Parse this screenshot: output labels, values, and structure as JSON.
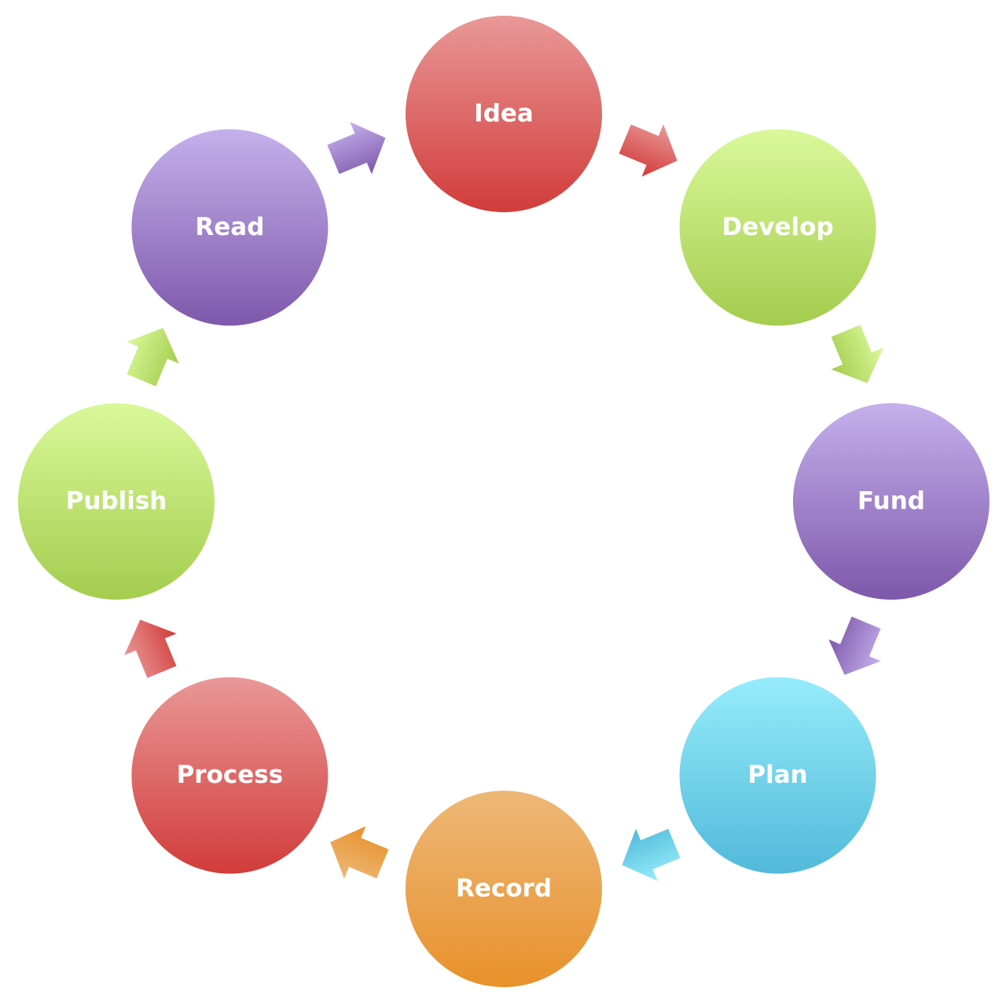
{
  "diagram": {
    "type": "cycle",
    "nodes": [
      {
        "label": "Idea",
        "color_top": "#e99898",
        "color_bottom": "#d13c3a"
      },
      {
        "label": "Develop",
        "color_top": "#d9f99a",
        "color_bottom": "#a4cc4e"
      },
      {
        "label": "Fund",
        "color_top": "#c5b0ec",
        "color_bottom": "#7e58ab"
      },
      {
        "label": "Plan",
        "color_top": "#96ecfb",
        "color_bottom": "#52b9da"
      },
      {
        "label": "Record",
        "color_top": "#edb878",
        "color_bottom": "#e8912b"
      },
      {
        "label": "Process",
        "color_top": "#e99898",
        "color_bottom": "#d13c3a"
      },
      {
        "label": "Publish",
        "color_top": "#d9f99a",
        "color_bottom": "#a4cc4e"
      },
      {
        "label": "Read",
        "color_top": "#c5b0ec",
        "color_bottom": "#7e58ab"
      }
    ],
    "direction": "clockwise"
  }
}
